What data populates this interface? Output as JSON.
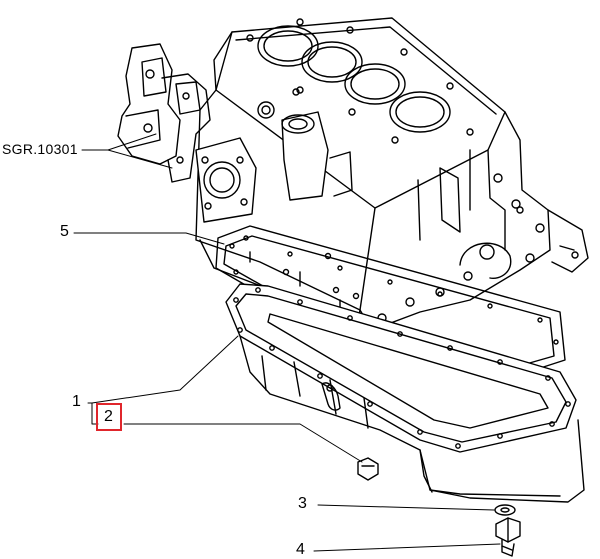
{
  "diagram": {
    "reference_label": "SGR.10301",
    "callouts": {
      "c1": "1",
      "c2": "2",
      "c3": "3",
      "c4": "4",
      "c5": "5"
    },
    "highlighted_callout": "2",
    "highlight_color": "#e0262c",
    "line_color": "#000000",
    "background_color": "#ffffff"
  }
}
